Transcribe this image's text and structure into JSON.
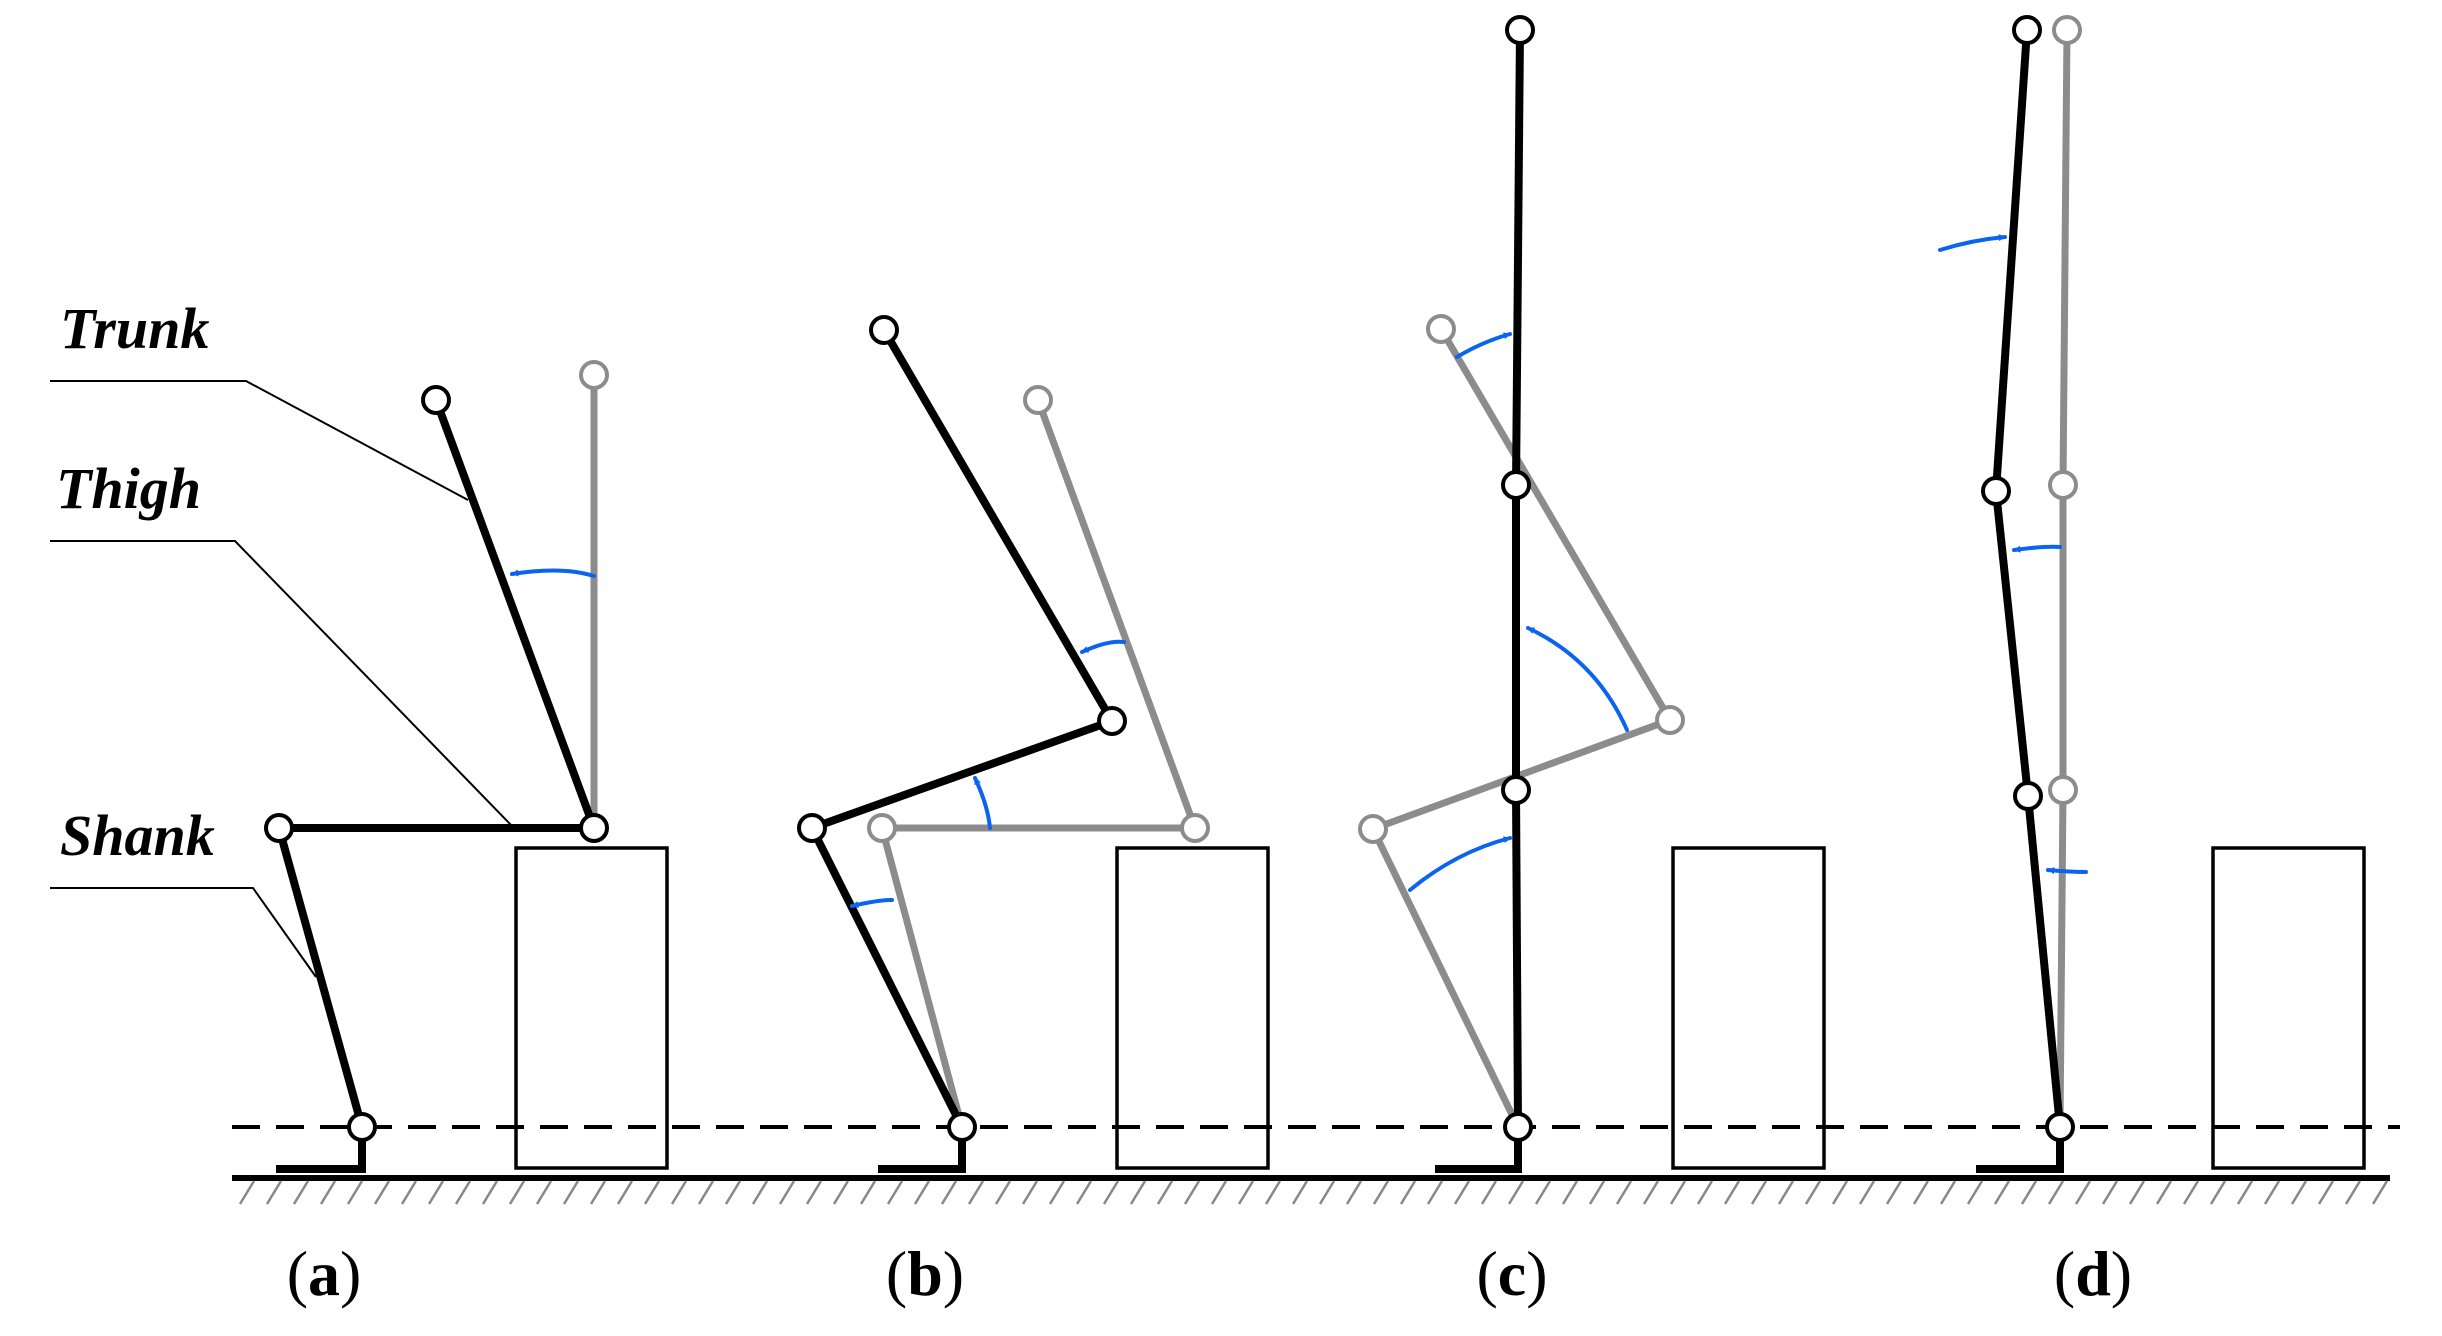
{
  "labels": {
    "trunk": "Trunk",
    "thigh": "Thigh",
    "shank": "Shank"
  },
  "panels": [
    {
      "id": "a",
      "open": "(",
      "letter": "a",
      "close": ")"
    },
    {
      "id": "b",
      "open": "(",
      "letter": "b",
      "close": ")"
    },
    {
      "id": "c",
      "open": "(",
      "letter": "c",
      "close": ")"
    },
    {
      "id": "d",
      "open": "(",
      "letter": "d",
      "close": ")"
    }
  ],
  "colors": {
    "current_pose": "#000000",
    "previous_pose": "#8c8c8c",
    "motion_arrow": "#0a64f0",
    "ground": "#000000",
    "hatch": "#888888"
  }
}
